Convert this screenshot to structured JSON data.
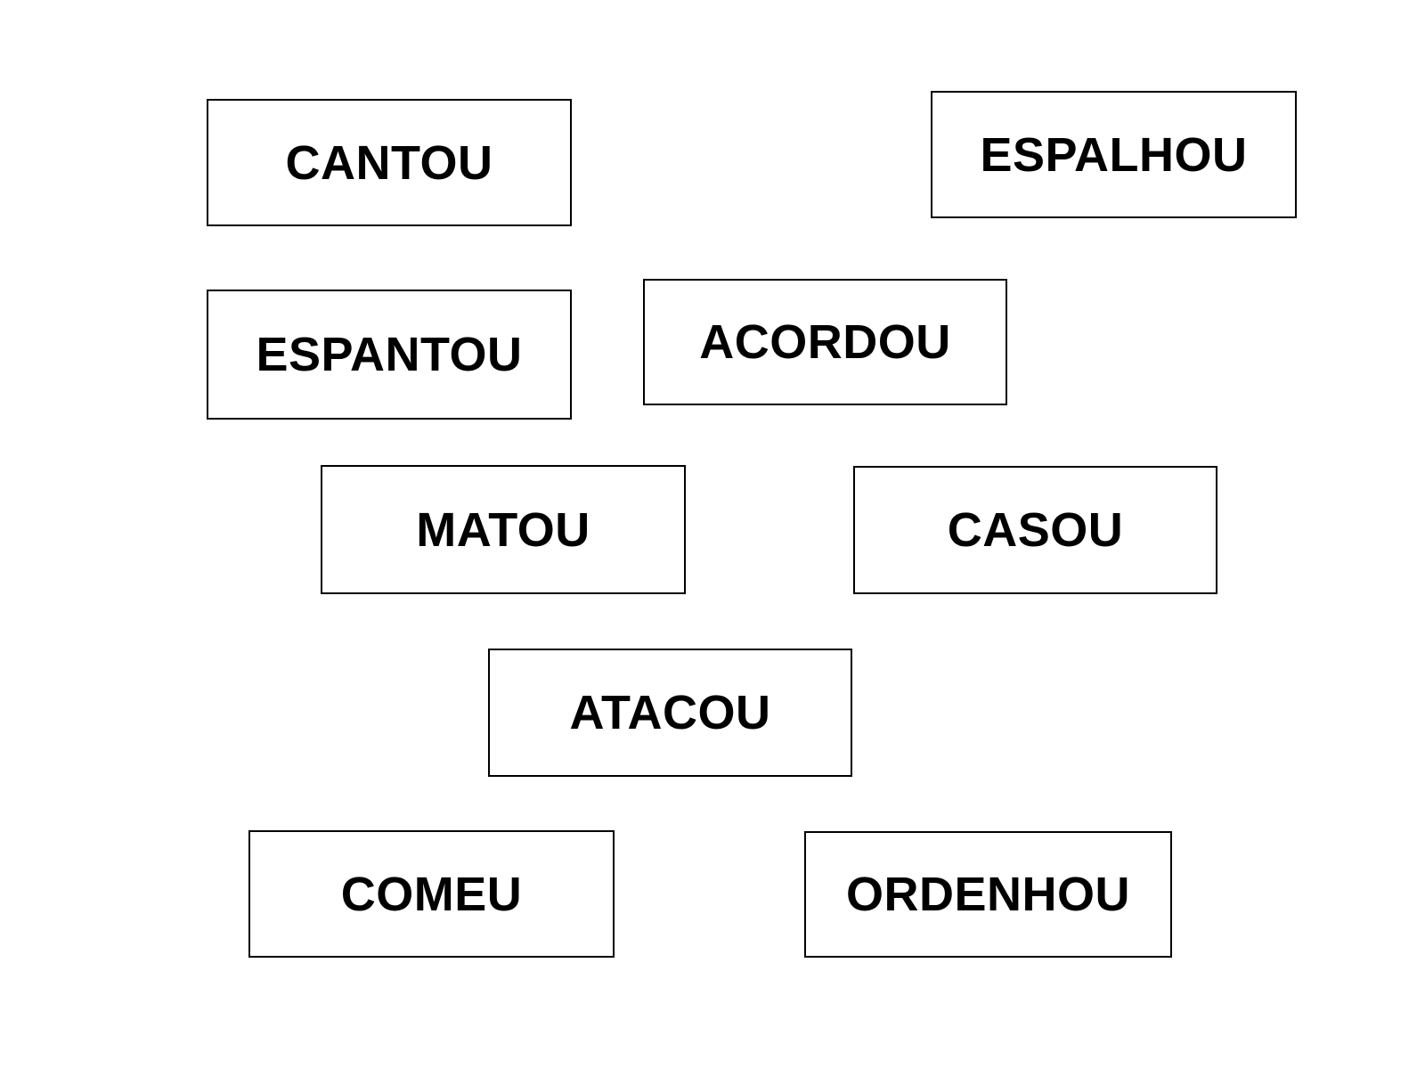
{
  "colors": {
    "page_background": "#ffffff",
    "card_background": "#ffffff",
    "card_border": "#000000",
    "card_text": "#000000"
  },
  "cards": [
    {
      "label": "CANTOU"
    },
    {
      "label": "ESPALHOU"
    },
    {
      "label": "ESPANTOU"
    },
    {
      "label": "ACORDOU"
    },
    {
      "label": "MATOU"
    },
    {
      "label": "CASOU"
    },
    {
      "label": "ATACOU"
    },
    {
      "label": "COMEU"
    },
    {
      "label": "ORDENHOU"
    }
  ]
}
